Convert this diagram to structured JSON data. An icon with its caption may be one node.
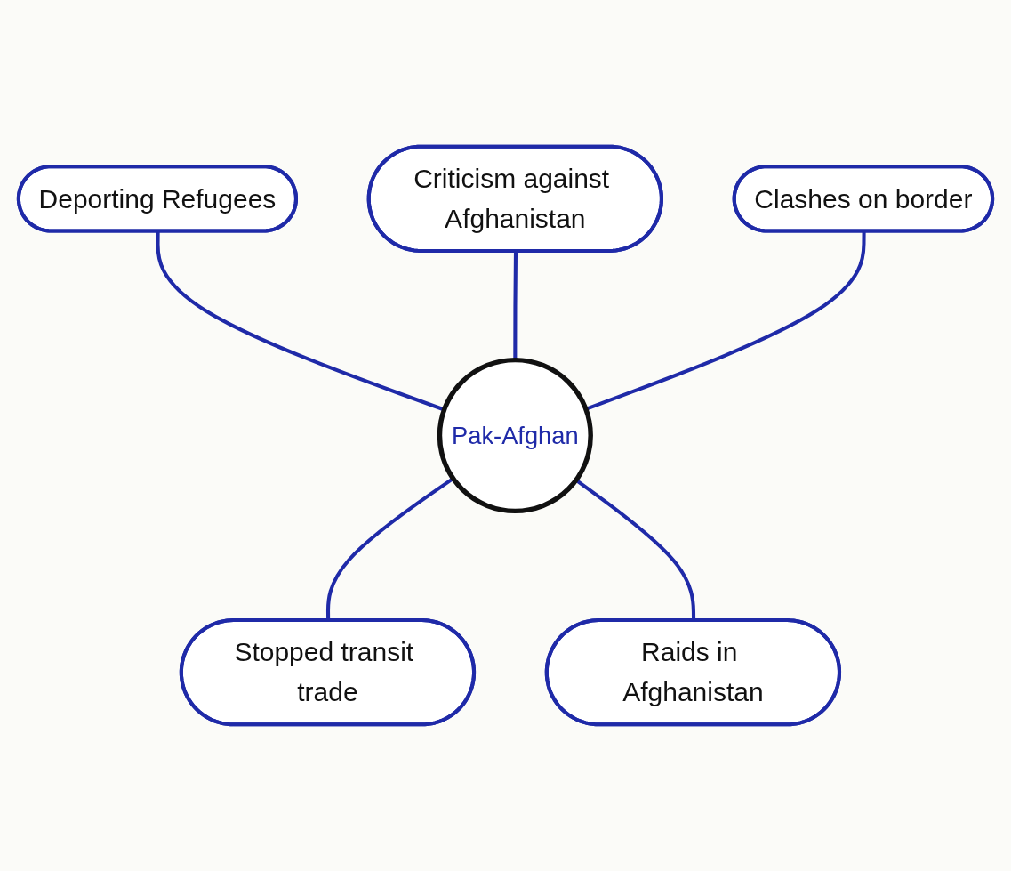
{
  "diagram": {
    "nodes": [
      {
        "text": [
          "Deporting Refugees"
        ]
      },
      {
        "text": [
          "Criticism against Afghanistan"
        ]
      },
      {
        "text": [
          "Clashes on border"
        ]
      },
      {
        "text": [
          "Pak-Afghan"
        ]
      },
      {
        "text": [
          "Stopped transit trade"
        ]
      },
      {
        "text": [
          "Raids in Afghanistan"
        ]
      }
    ],
    "edges": [
      {
        "from": 0,
        "to": 3,
        "arrow": "none"
      },
      {
        "from": 1,
        "to": 3,
        "arrow": "none"
      },
      {
        "from": 2,
        "to": 3,
        "arrow": "none"
      },
      {
        "from": 3,
        "to": 4,
        "arrow": "none"
      },
      {
        "from": 3,
        "to": 5,
        "arrow": "none"
      }
    ]
  }
}
